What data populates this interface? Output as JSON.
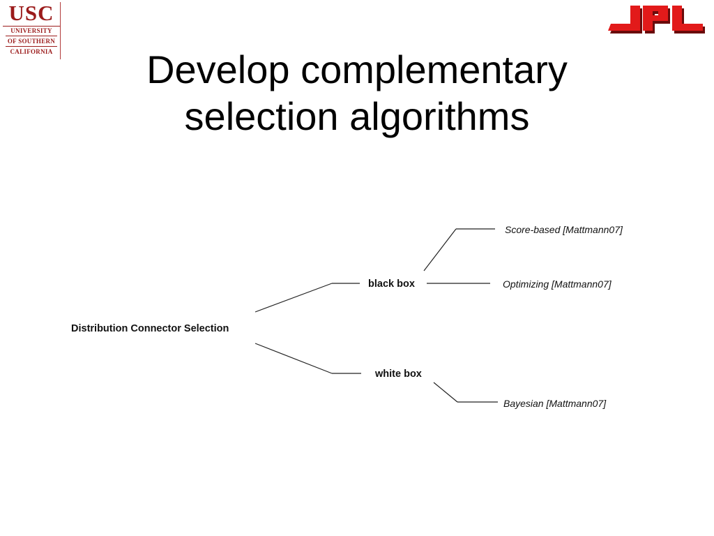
{
  "logos": {
    "usc": {
      "name": "USC",
      "lines": [
        "UNIVERSITY",
        "OF SOUTHERN",
        "CALIFORNIA"
      ],
      "color": "#9b1b1b"
    },
    "jpl": {
      "name": "JPL",
      "color": "#e21a1a"
    }
  },
  "slide": {
    "title_line1": "Develop complementary",
    "title_line2": "selection algorithms"
  },
  "diagram": {
    "root": "Distribution Connector Selection",
    "branches": [
      {
        "label": "black box",
        "leaves": [
          "Score-based [Mattmann07]",
          "Optimizing [Mattmann07]"
        ]
      },
      {
        "label": "white box",
        "leaves": [
          "Bayesian [Mattmann07]"
        ]
      }
    ]
  }
}
